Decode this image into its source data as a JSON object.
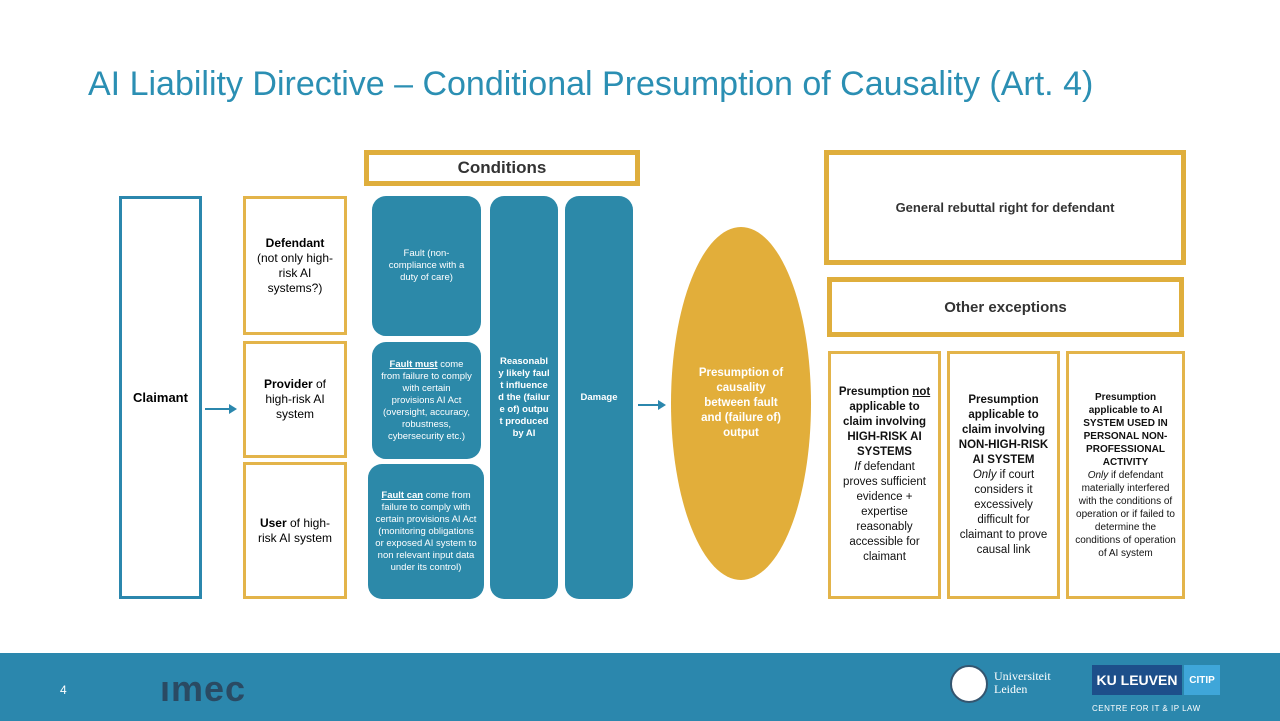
{
  "title": "AI Liability Directive – Conditional Presumption of Causality (Art. 4)",
  "claimant": "Claimant",
  "parties": {
    "defendant": {
      "bold": "Defendant",
      "rest": "(not only high-risk AI systems?)"
    },
    "provider": {
      "bold": "Provider",
      "rest": " of high-risk AI system"
    },
    "user": {
      "bold": "User",
      "rest": " of high-risk AI system"
    }
  },
  "conditions": {
    "header": "Conditions",
    "fault": "Fault (non-compliance with a duty of care)",
    "fault_must": {
      "lead": "Fault must",
      "rest": " come from failure to comply with certain provisions AI Act (oversight, accuracy, robustness, cybersecurity etc.)"
    },
    "fault_can": {
      "lead": "Fault can",
      "rest": " come from failure to comply with certain provisions AI Act (monitoring obligations or exposed AI system to non relevant input data under its control)"
    },
    "causal_link": "Reasonably likely fault influenced the (failure of) output produced by AI",
    "damage": "Damage"
  },
  "presumption": "Presumption of causality between fault and (failure of) output",
  "rebuttal": "General rebuttal right for defendant",
  "other_exceptions": "Other exceptions",
  "exceptions": [
    {
      "head_pre": "Presumption ",
      "head_not": "not",
      "head_post": " applicable to claim involving HIGH-RISK AI SYSTEMS",
      "cond_em": "If",
      "cond_rest": " defendant proves sufficient evidence + expertise reasonably accessible for claimant"
    },
    {
      "head": "Presumption applicable to claim involving NON-HIGH-RISK AI SYSTEM",
      "cond_em": "Only",
      "cond_rest": " if court considers it excessively difficult for claimant to prove causal link"
    },
    {
      "head": "Presumption applicable to AI SYSTEM USED IN PERSONAL NON-PROFESSIONAL ACTIVITY",
      "cond_em": "Only",
      "cond_rest": " if defendant materially interfered with the conditions of operation or if failed to determine the conditions of operation of AI system"
    }
  ],
  "footer": {
    "page_number": "4",
    "imec_logo": "ımec",
    "leiden_line1": "Universiteit",
    "leiden_line2": "Leiden",
    "kuleuven": "KU LEUVEN",
    "citip": "CITIP",
    "citip_sub": "CENTRE FOR IT & IP LAW"
  },
  "colors": {
    "blue": "#2b87ad",
    "gold": "#e2ae3a",
    "title": "#2b8fb3"
  }
}
